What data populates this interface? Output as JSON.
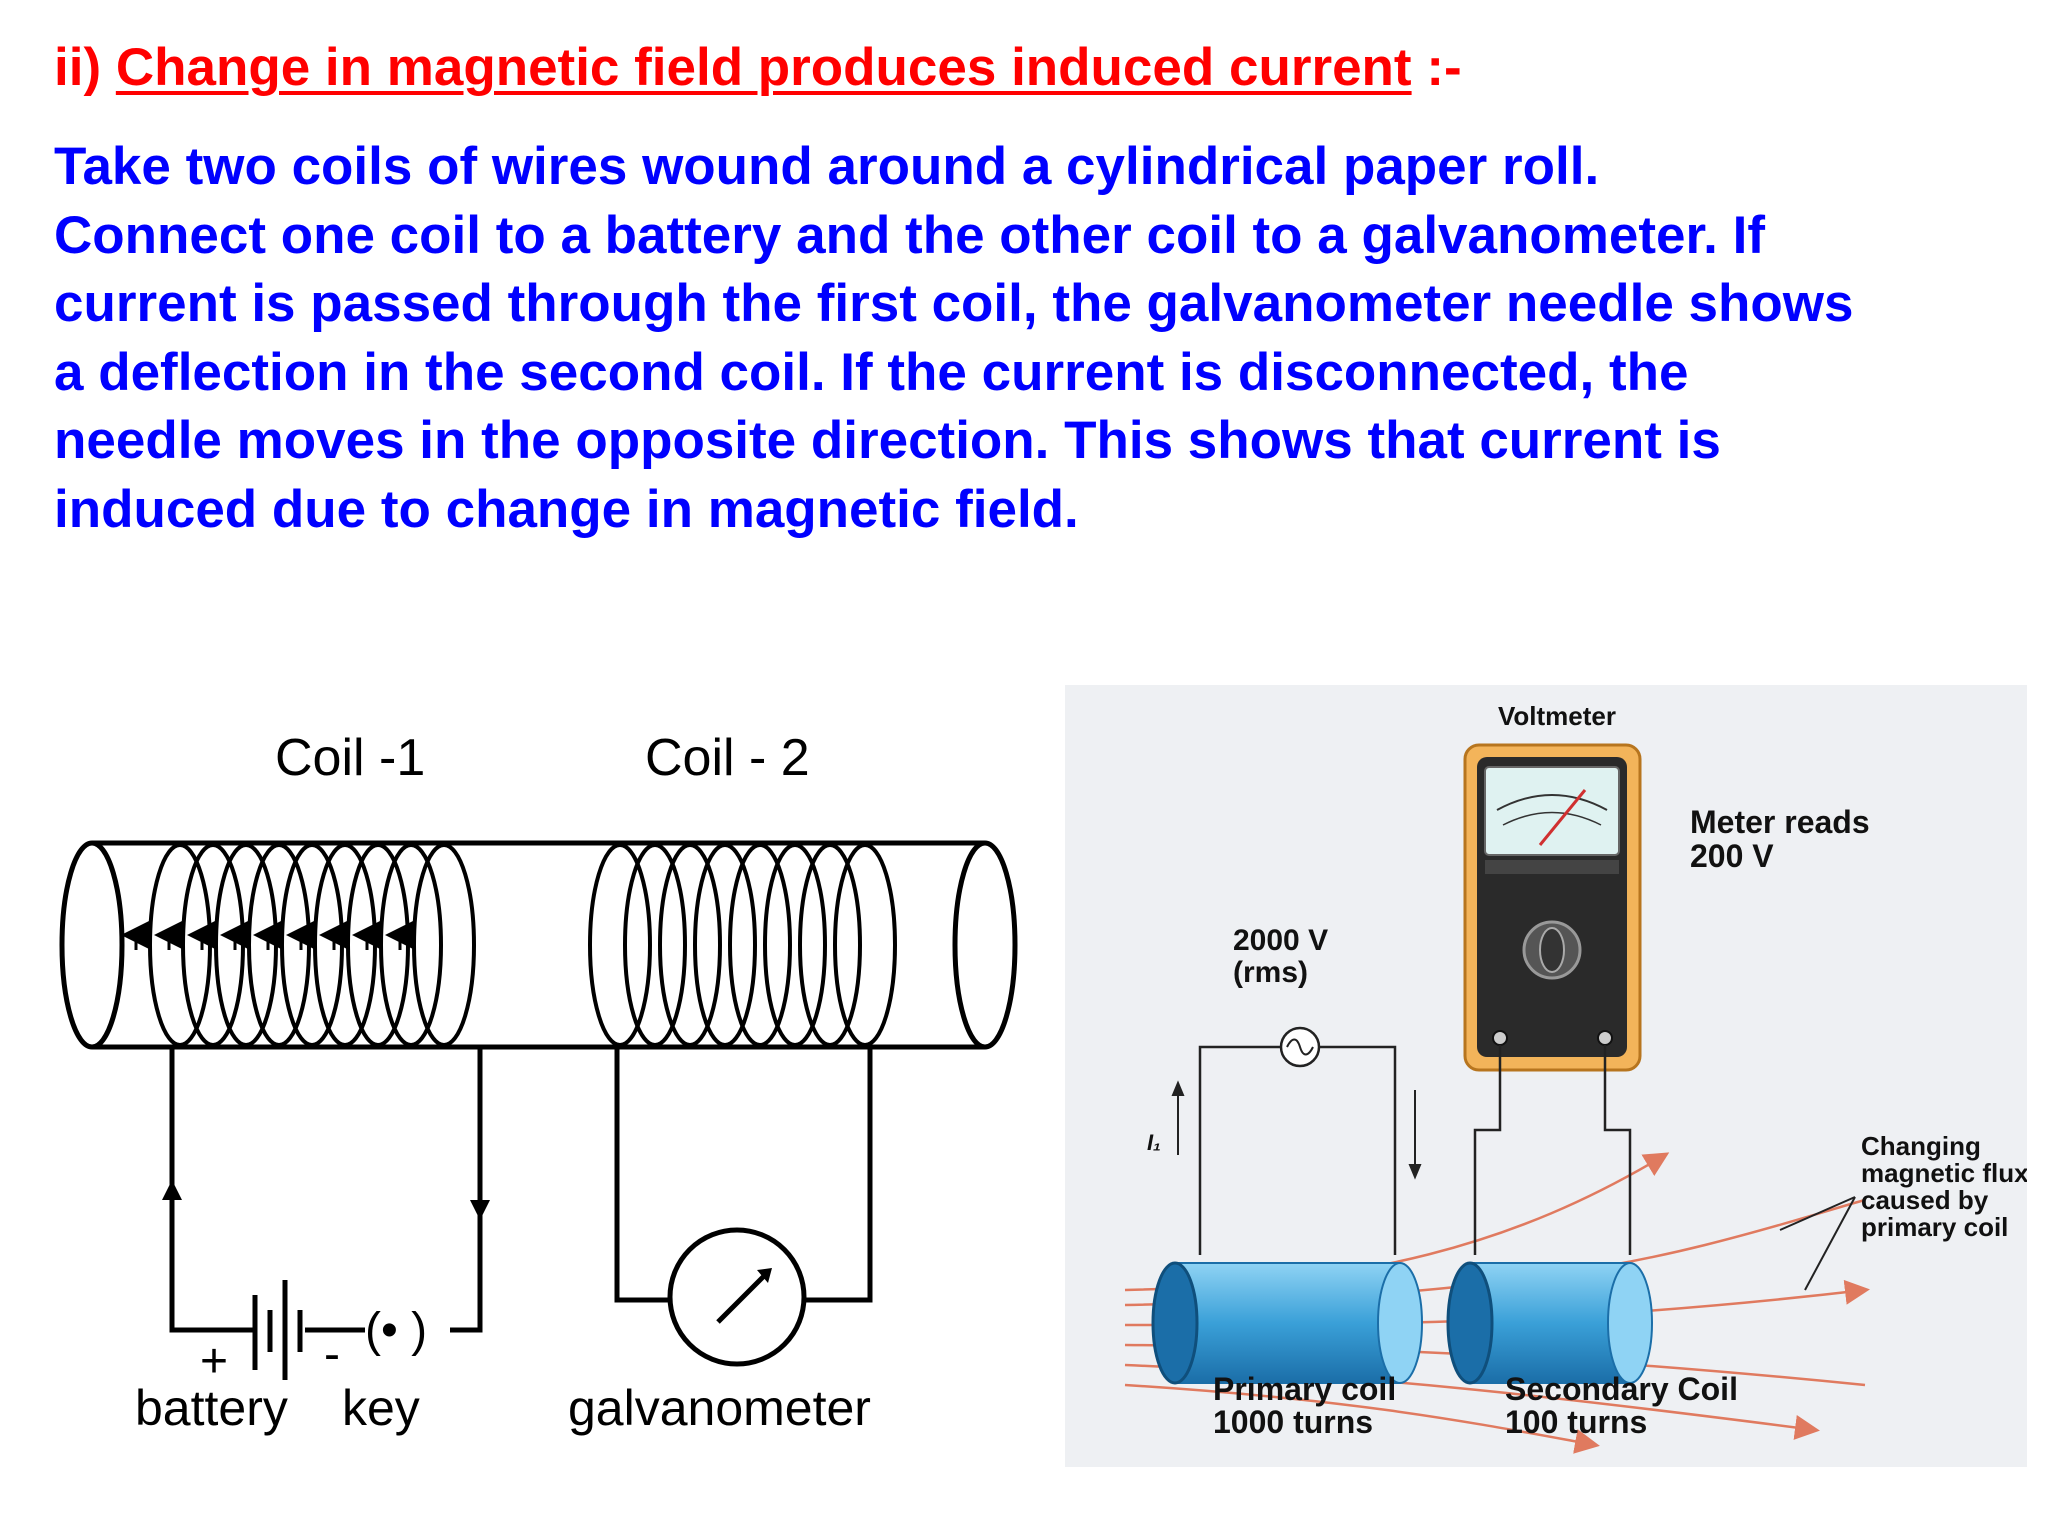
{
  "heading": {
    "prefix": "ii) ",
    "title": "Change in magnetic field produces induced current",
    "suffix": " :-"
  },
  "body_lines": [
    "Take two coils of wires wound around a cylindrical paper roll.",
    "Connect one coil to a battery and the other coil to a galvanometer. If",
    "current is passed through the first coil, the galvanometer needle shows",
    "a deflection in the second coil. If the current is disconnected, the",
    "needle moves in the opposite direction. This shows that current is",
    "induced due to change in magnetic field."
  ],
  "left_diagram": {
    "coil1_label": "Coil -1",
    "coil2_label": "Coil - 2",
    "plus_sign": "+",
    "minus_sign": "-",
    "key_symbol": "(• )",
    "battery_label": "battery",
    "key_label": "key",
    "galvanometer_label": "galvanometer"
  },
  "right_diagram": {
    "voltmeter_label": "Voltmeter",
    "meter_reads_line1": "Meter reads",
    "meter_reads_line2": "200 V",
    "source_line1": "2000 V",
    "source_line2": "(rms)",
    "current_label": "I₁",
    "primary_line1": "Primary coil",
    "primary_line2": "1000 turns",
    "secondary_line1": "Secondary Coil",
    "secondary_line2": "100 turns",
    "flux_line1": "Changing",
    "flux_line2": "magnetic flux",
    "flux_line3": "caused by",
    "flux_line4": "primary coil"
  },
  "colors": {
    "heading": "#ff0000",
    "body": "#0000ff",
    "coil_blue": "#3aa0d8",
    "meter_orange": "#f3b45a",
    "flux_arrow": "#e07a5f",
    "photo_bg": "#eef0f3"
  }
}
